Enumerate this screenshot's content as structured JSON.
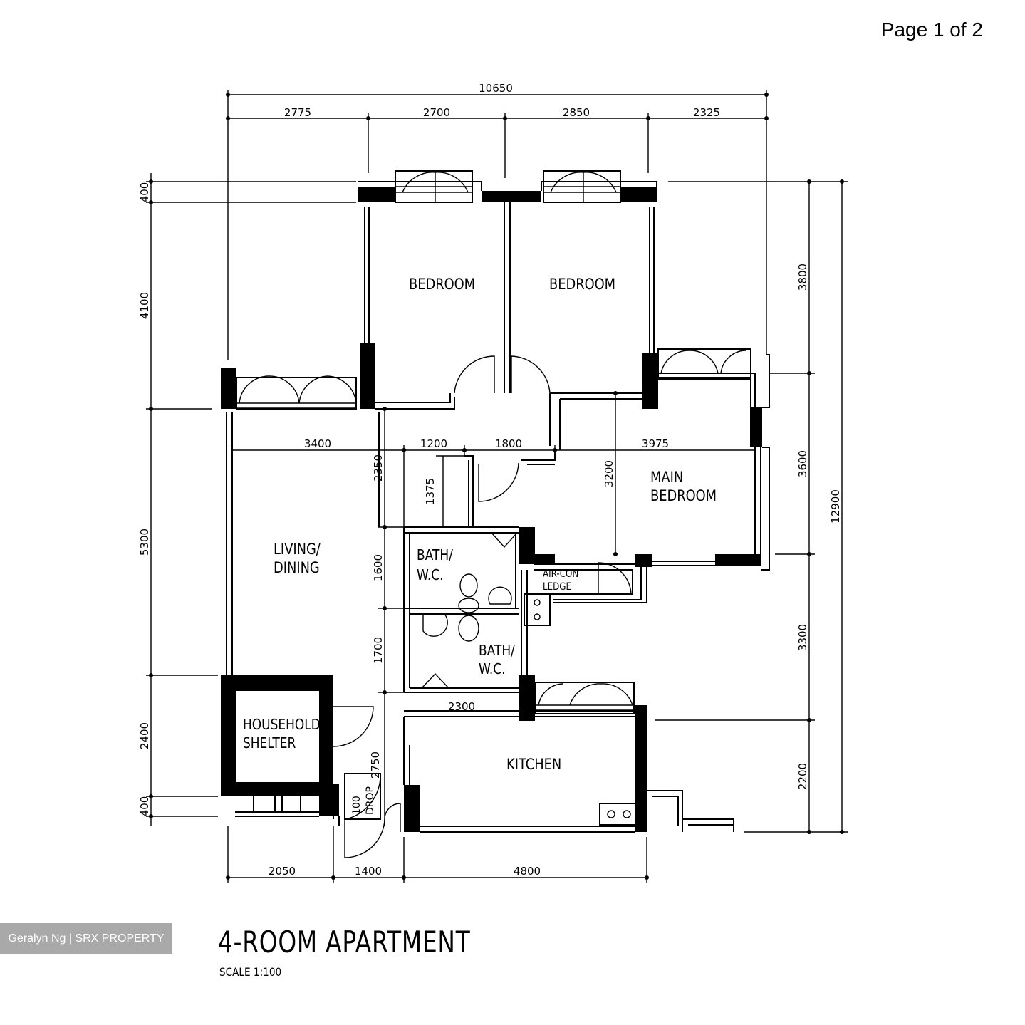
{
  "page_label": "Page 1 of 2",
  "watermark": "Geralyn Ng | SRX PROPERTY",
  "title": "4-ROOM APARTMENT",
  "scale": "SCALE  1:100",
  "rooms": {
    "bedroom_1": "BEDROOM",
    "bedroom_2": "BEDROOM",
    "main_bedroom_line1": "MAIN",
    "main_bedroom_line2": "BEDROOM",
    "living_line1": "LIVING/",
    "living_line2": "DINING",
    "bath1_line1": "BATH/",
    "bath1_line2": "W.C.",
    "bath2_line1": "BATH/",
    "bath2_line2": "W.C.",
    "aircon_line1": "AIR-CON",
    "aircon_line2": "LEDGE",
    "shelter_line1": "HOUSEHOLD",
    "shelter_line2": "SHELTER",
    "kitchen": "KITCHEN",
    "drop_line1": "100",
    "drop_line2": "DROP"
  },
  "dimensions": {
    "top_total": "10650",
    "top_1": "2775",
    "top_2": "2700",
    "top_3": "2850",
    "top_4": "2325",
    "mid_1": "3400",
    "mid_2": "1200",
    "mid_3": "1800",
    "mid_4": "3975",
    "bottom_1": "2050",
    "bottom_2": "1400",
    "bottom_3": "4800",
    "inner_2300": "2300",
    "left_400_top": "400",
    "left_4100": "4100",
    "left_5300": "5300",
    "left_2400": "2400",
    "left_400_bottom": "400",
    "col_2350": "2350",
    "col_1600": "1600",
    "col_1700": "1700",
    "col_1375": "1375",
    "col_2750": "2750",
    "col_3200": "3200",
    "right_3800": "3800",
    "right_3600": "3600",
    "right_3300": "3300",
    "right_2200": "2200",
    "right_total": "12900"
  }
}
